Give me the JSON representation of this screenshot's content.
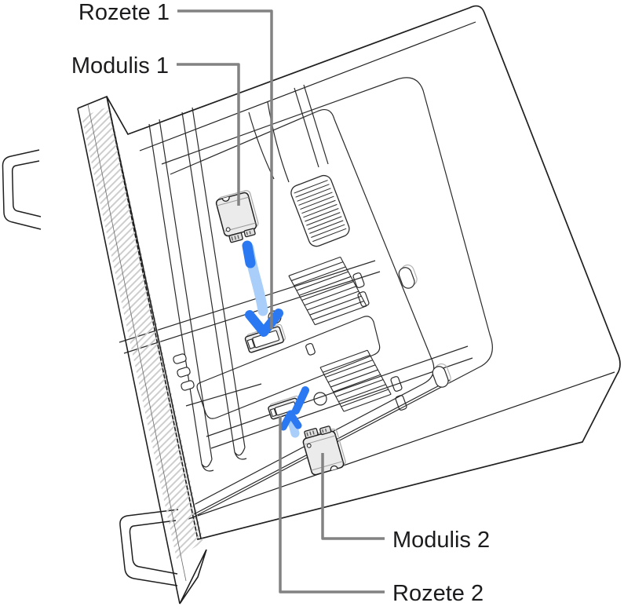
{
  "figure": {
    "type": "technical-illustration",
    "alt": "Mac Pro on its side with the housing removed, showing SSD module 1 being inserted into socket 1 and SSD module 2 being inserted into socket 2",
    "background_color": "#ffffff",
    "outline_color": "#1f1f1f",
    "callout_line_color": "#828282",
    "arrow_color_dark": "#2a78f2",
    "arrow_color_light": "#a8cef9",
    "module_fill": "#ebebeb",
    "labels": {
      "socket1": "Rozete 1",
      "module1": "Modulis 1",
      "module2": "Modulis 2",
      "socket2": "Rozete 2"
    }
  }
}
